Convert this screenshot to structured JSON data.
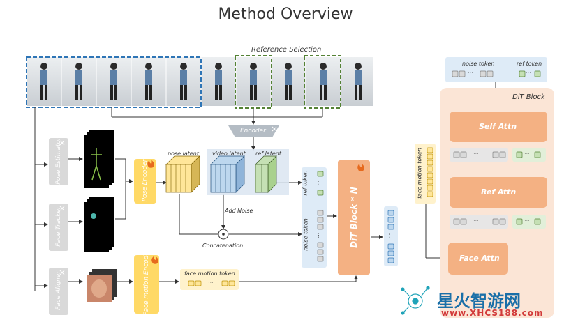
{
  "title": "Method Overview",
  "reference_selection": "Reference Selection",
  "encoder": "Encoder",
  "modules": {
    "pose_estimator": "Pose Estimator",
    "face_tracker": "Face Tracker",
    "face_aligner": "Face Aligner",
    "pose_encoder": "Pose Encoder",
    "face_motion_encoder": "Face motion Encoder"
  },
  "latents": {
    "pose": "pose latent",
    "video": "video latent",
    "ref": "ref latent"
  },
  "add_noise": "Add Noise",
  "concatenation": "Concatenation",
  "face_motion_token": "face motion token",
  "ref_token": "ref token",
  "noise_token": "noise token",
  "dit_block_n": "DiT Block * N",
  "dit_block": "DiT Block",
  "self_attn": "Self Attn",
  "ref_attn": "Ref Attn",
  "face_attn": "Face Attn",
  "ellipsis": "···",
  "watermark": {
    "cn": "星火智游网",
    "url": "www.XHCS188.com"
  },
  "colors": {
    "orange_block": "#f4b183",
    "orange_bg": "#fbe5d6",
    "yellow_module": "#ffd966",
    "gray_module": "#d9d9d9",
    "blue_dash": "#2e75b6",
    "green_dash": "#548235",
    "token_blue_bg": "#deebf7",
    "token_yellow_bg": "#fff2cc"
  }
}
